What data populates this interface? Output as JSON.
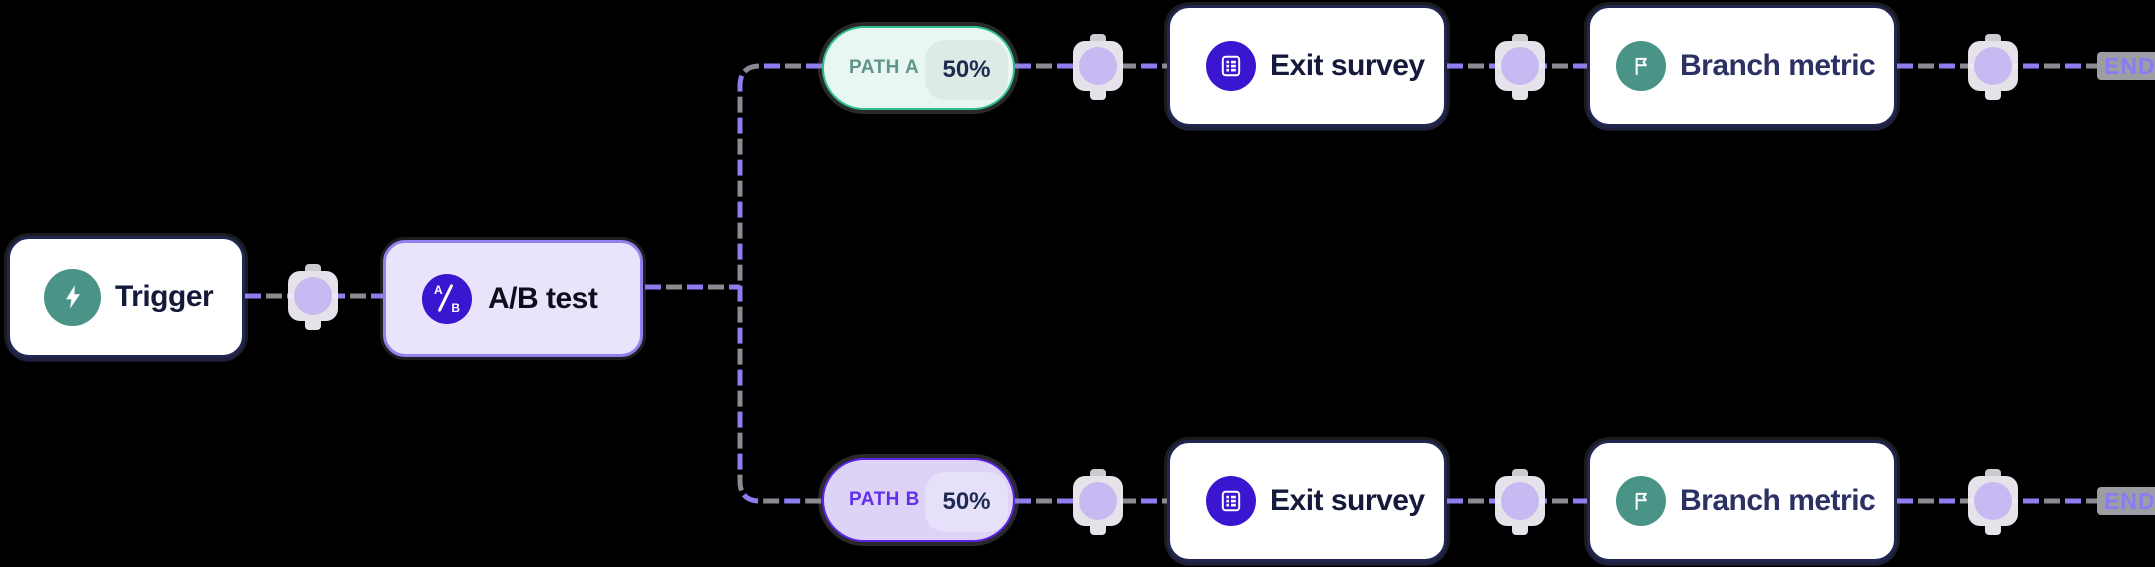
{
  "flow": {
    "trigger": {
      "label": "Trigger"
    },
    "ab_test": {
      "label": "A/B test",
      "icon_a": "A",
      "icon_b": "B"
    },
    "branch_a": {
      "path_label": "PATH A",
      "percent": "50%",
      "exit_survey_label": "Exit survey",
      "branch_metric_label": "Branch metric",
      "end_label": "END"
    },
    "branch_b": {
      "path_label": "PATH B",
      "percent": "50%",
      "exit_survey_label": "Exit survey",
      "branch_metric_label": "Branch metric",
      "end_label": "END"
    }
  },
  "colors": {
    "line-purple": "#8c7df0",
    "line-gray": "#8a8a92",
    "card-border": "#202650",
    "card-text": "#15193a",
    "branch-text": "#2b3163",
    "teal": "#4a9487",
    "indigo": "#3a16d0",
    "ab-bg": "#e9e3fb",
    "ab-border": "#9181ec",
    "path-a-bg": "#e9f7f2",
    "path-a-border": "#2fbe91",
    "path-a-text": "#61948a",
    "path-a-pill": "#dcebe5",
    "path-b-bg": "#ddd3f7",
    "path-b-border": "#5a23e6",
    "path-b-text": "#6330ea",
    "path-b-pill": "#e7e0fa",
    "pct-text": "#1f2b52",
    "dot": "#c7b9f1",
    "end-bg": "#9d9da4",
    "end-text": "#8b7bf2",
    "canvas-bg": "#000000"
  }
}
